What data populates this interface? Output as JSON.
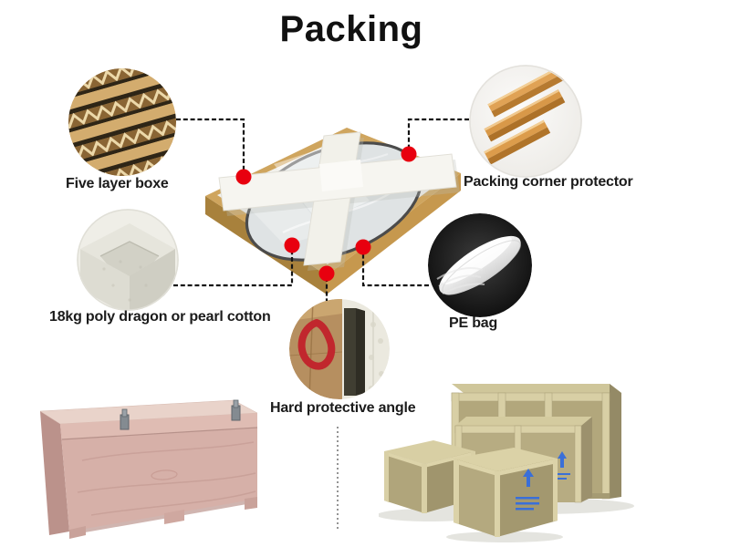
{
  "title": "Packing",
  "colors": {
    "accent_red": "#e8000f",
    "connector_line": "#141414",
    "text": "#1b1b1b",
    "background": "#ffffff"
  },
  "callouts": [
    {
      "id": "five-layer-box",
      "label": "Five layer boxe",
      "photo": "corrugated-cardboard-photo"
    },
    {
      "id": "packing-corner-protector",
      "label": "Packing corner protector",
      "photo": "cardboard-corner-protectors-photo"
    },
    {
      "id": "pearl-cotton",
      "label": "18kg poly dragon or pearl cotton",
      "photo": "pearl-cotton-foam-corner-photo"
    },
    {
      "id": "pe-bag",
      "label": "PE bag",
      "photo": "pe-plastic-bags-photo"
    },
    {
      "id": "hard-protective-angle",
      "label": "Hard protective angle",
      "photo": "hard-protective-angle-photo"
    }
  ],
  "center_photo": "mirror-packed-in-carton-photo",
  "bottom_photos": {
    "left": "plywood-wooden-case-photo",
    "right": "plywood-crates-group-photo"
  }
}
